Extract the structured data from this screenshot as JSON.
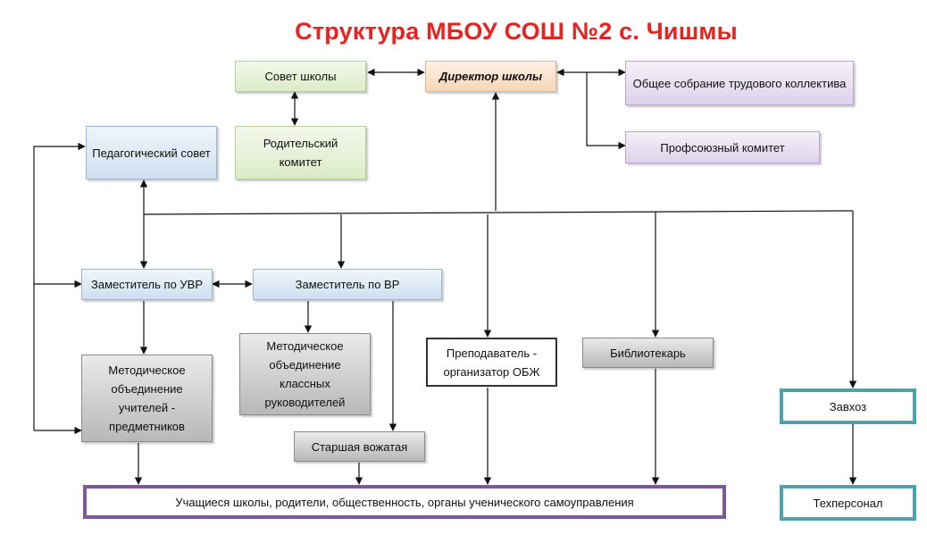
{
  "title": "Структура МБОУ СОШ №2 с. Чишмы",
  "colors": {
    "title": "#e8221f",
    "lines": "#111111",
    "teal_border": "#4aa3ad",
    "violet_border": "#7a5a9c"
  },
  "boxes": {
    "school_council": "Совет  школы",
    "director": "Директор школы",
    "general_meeting": "Общее собрание трудового коллектива",
    "trade_union": "Профсоюзный комитет",
    "parent_committee": "Родительский комитет",
    "pedagogical_council": "Педагогический совет",
    "deputy_uvr": "Заместитель по УВР",
    "deputy_vr": "Заместитель по ВР",
    "methodical_class_teachers": "Методическое объединение классных руководителей",
    "methodical_subject_teachers": "Методическое объединение учителей - предметников",
    "senior_counselor": "Старшая вожатая",
    "obzh_teacher": "Преподаватель - организатор ОБЖ",
    "librarian": "Библиотекарь",
    "caretaker": "Завхоз",
    "staff": "Техперсонал",
    "students_etc": "Учащиеся школы, родители, общественность, органы ученического самоуправления"
  }
}
